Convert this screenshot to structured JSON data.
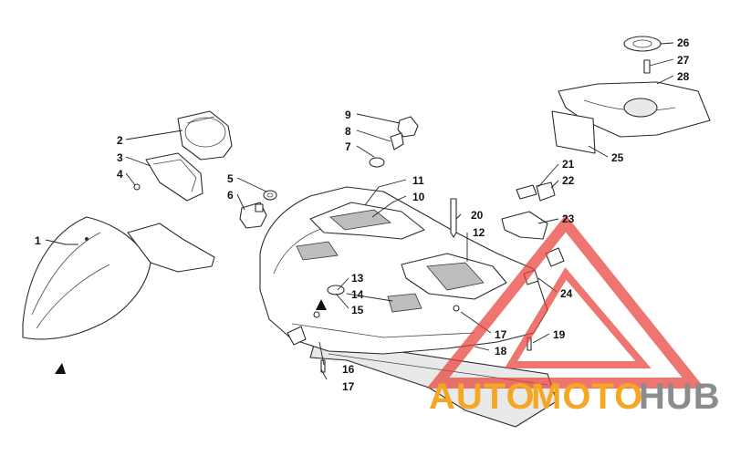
{
  "diagram": {
    "callouts": [
      "1",
      "2",
      "3",
      "4",
      "5",
      "6",
      "7",
      "8",
      "9",
      "10",
      "11",
      "12",
      "13",
      "14",
      "15",
      "16",
      "17",
      "17",
      "18",
      "19",
      "20",
      "21",
      "22",
      "23",
      "24",
      "25",
      "26",
      "27",
      "28"
    ]
  },
  "watermark": {
    "part1": "AUTO",
    "part2": "MOTO",
    "part3": "HUB",
    "color_orange": "#f5a623",
    "color_gray": "#8c8c8c",
    "color_red": "#e8413a"
  }
}
